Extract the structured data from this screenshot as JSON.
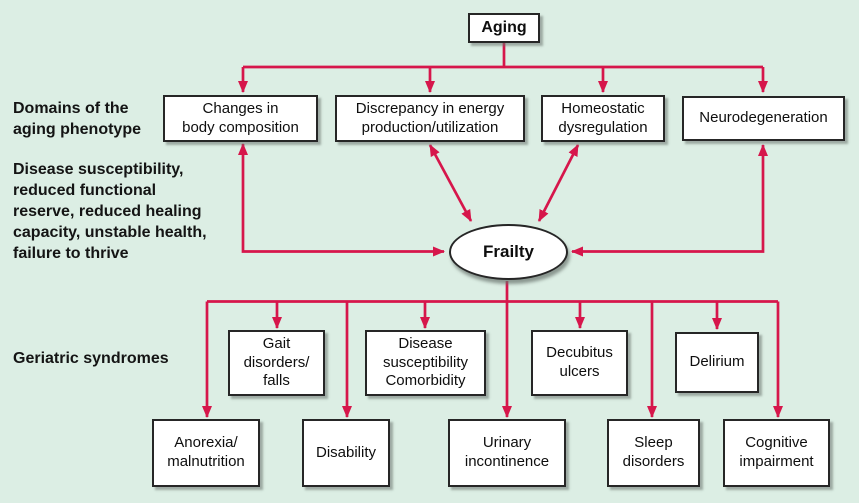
{
  "colors": {
    "background": "#dceee4",
    "arrow": "#d6164b",
    "box_fill": "#ffffff",
    "box_border": "#262626",
    "text": "#0e0e0e"
  },
  "root": {
    "label": "Aging"
  },
  "central_node": {
    "label": "Frailty"
  },
  "side_labels": {
    "domains": "Domains of the\naging phenotype",
    "susceptibility": "Disease susceptibility,\nreduced functional\nreserve, reduced healing\ncapacity, unstable health,\nfailure to thrive",
    "geriatric": "Geriatric syndromes"
  },
  "domain_boxes": [
    {
      "label": "Changes in\nbody composition"
    },
    {
      "label": "Discrepancy in energy\nproduction/utilization"
    },
    {
      "label": "Homeostatic\ndysregulation"
    },
    {
      "label": "Neurodegeneration"
    }
  ],
  "syndrome_boxes_row1": [
    {
      "label": "Gait\ndisorders/\nfalls"
    },
    {
      "label": "Disease\nsusceptibility\nComorbidity"
    },
    {
      "label": "Decubitus\nulcers"
    },
    {
      "label": "Delirium"
    }
  ],
  "syndrome_boxes_row2": [
    {
      "label": "Anorexia/\nmalnutrition"
    },
    {
      "label": "Disability"
    },
    {
      "label": "Urinary\nincontinence"
    },
    {
      "label": "Sleep\ndisorders"
    },
    {
      "label": "Cognitive\nimpairment"
    }
  ]
}
